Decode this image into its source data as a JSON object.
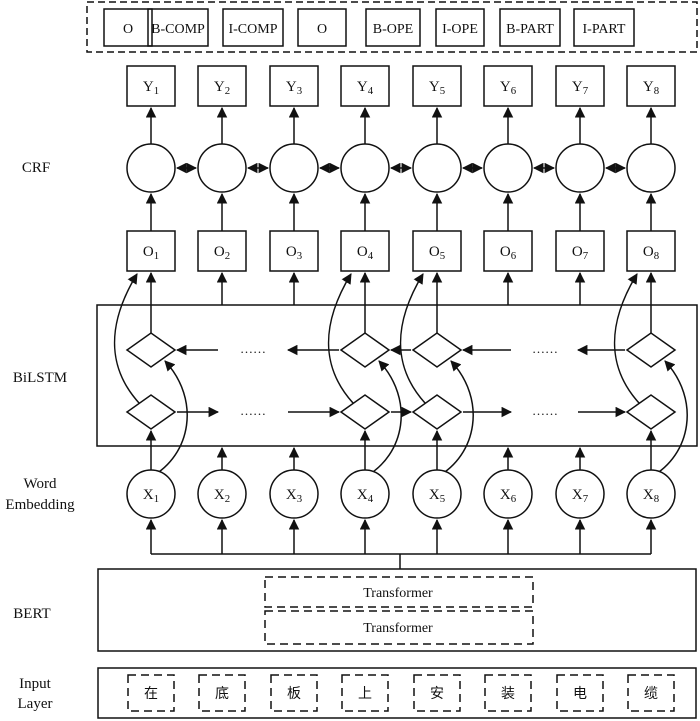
{
  "layers": {
    "crf": "CRF",
    "bilstm": "BiLSTM",
    "word_embedding": [
      "Word",
      "Embedding"
    ],
    "bert": "BERT",
    "input_layer": [
      "Input",
      "Layer"
    ]
  },
  "tags": [
    "O",
    "B-COMP",
    "I-COMP",
    "O",
    "B-OPE",
    "I-OPE",
    "B-PART",
    "I-PART"
  ],
  "y_nodes": [
    {
      "base": "Y",
      "sub": "1"
    },
    {
      "base": "Y",
      "sub": "2"
    },
    {
      "base": "Y",
      "sub": "3"
    },
    {
      "base": "Y",
      "sub": "4"
    },
    {
      "base": "Y",
      "sub": "5"
    },
    {
      "base": "Y",
      "sub": "6"
    },
    {
      "base": "Y",
      "sub": "7"
    },
    {
      "base": "Y",
      "sub": "8"
    }
  ],
  "o_nodes": [
    {
      "base": "O",
      "sub": "1"
    },
    {
      "base": "O",
      "sub": "2"
    },
    {
      "base": "O",
      "sub": "3"
    },
    {
      "base": "O",
      "sub": "4"
    },
    {
      "base": "O",
      "sub": "5"
    },
    {
      "base": "O",
      "sub": "6"
    },
    {
      "base": "O",
      "sub": "7"
    },
    {
      "base": "O",
      "sub": "8"
    }
  ],
  "x_nodes": [
    {
      "base": "X",
      "sub": "1"
    },
    {
      "base": "X",
      "sub": "2"
    },
    {
      "base": "X",
      "sub": "3"
    },
    {
      "base": "X",
      "sub": "4"
    },
    {
      "base": "X",
      "sub": "5"
    },
    {
      "base": "X",
      "sub": "6"
    },
    {
      "base": "X",
      "sub": "7"
    },
    {
      "base": "X",
      "sub": "8"
    }
  ],
  "lstm_columns": [
    1,
    4,
    5,
    8
  ],
  "ellipsis": "……",
  "bert": {
    "transformers": [
      "Transformer",
      "Transformer"
    ]
  },
  "input_tokens": [
    "在",
    "底",
    "板",
    "上",
    "安",
    "装",
    "电",
    "缆"
  ]
}
